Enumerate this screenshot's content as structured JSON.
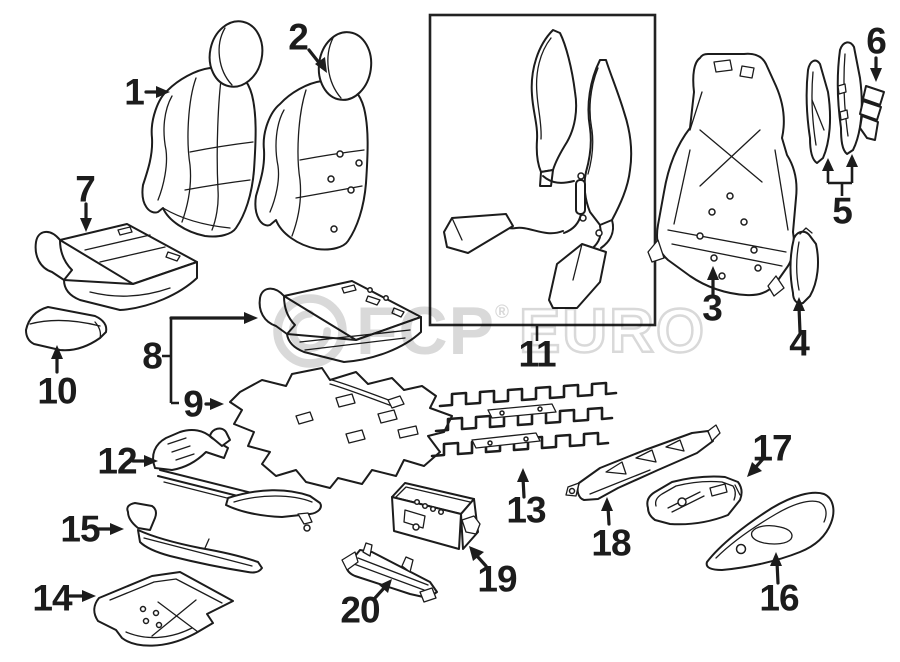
{
  "colors": {
    "bg": "#ffffff",
    "line": "#1c1c1c",
    "box_stroke": "#222222",
    "watermark": "#d9d9d9"
  },
  "watermark": {
    "brand_bold": "FCP",
    "registered": "®",
    "brand_outline": "EURO"
  },
  "callouts": [
    {
      "label": "1"
    },
    {
      "label": "2"
    },
    {
      "label": "3"
    },
    {
      "label": "4"
    },
    {
      "label": "5"
    },
    {
      "label": "6"
    },
    {
      "label": "7"
    },
    {
      "label": "8"
    },
    {
      "label": "9"
    },
    {
      "label": "10"
    },
    {
      "label": "11"
    },
    {
      "label": "12"
    },
    {
      "label": "13"
    },
    {
      "label": "14"
    },
    {
      "label": "15"
    },
    {
      "label": "16"
    },
    {
      "label": "17"
    },
    {
      "label": "18"
    },
    {
      "label": "19"
    },
    {
      "label": "20"
    }
  ]
}
